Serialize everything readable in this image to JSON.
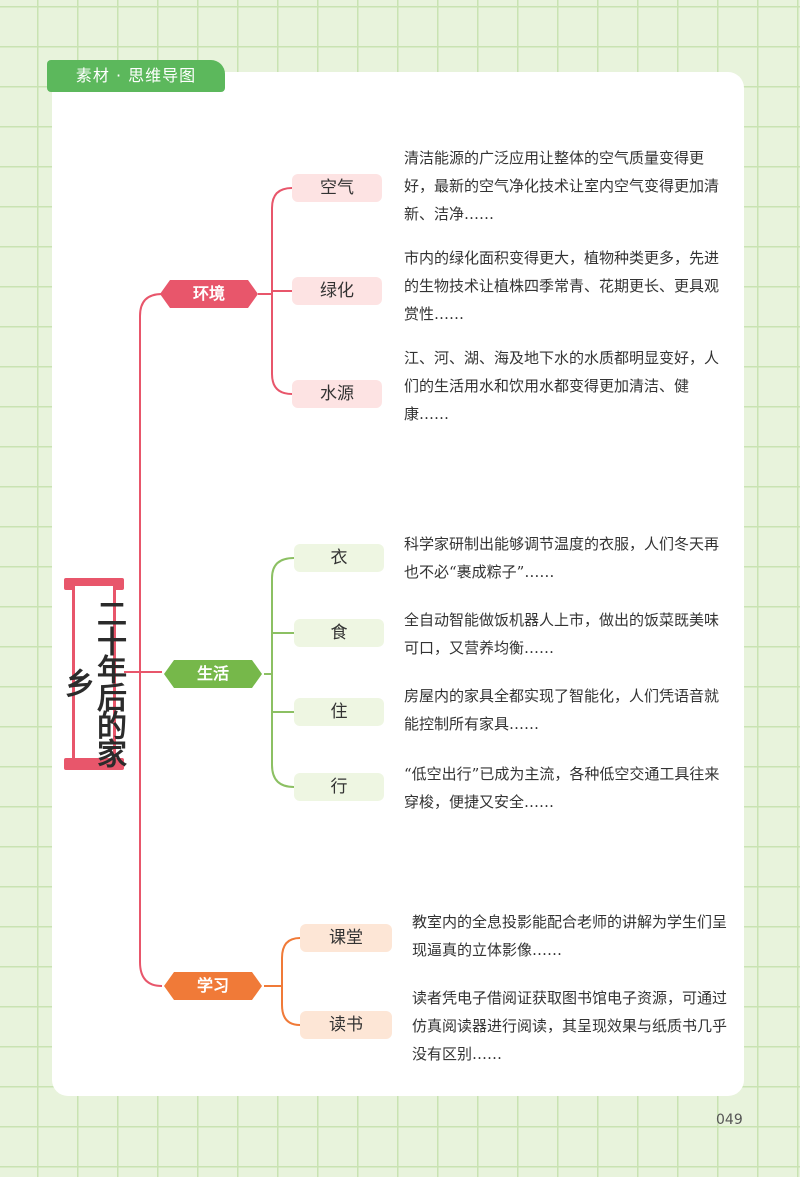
{
  "header": {
    "label": "素材 · 思维导图"
  },
  "root": {
    "title": "二十年后的家乡"
  },
  "colors": {
    "env": "#e8566b",
    "env_leaf": "#fde3e3",
    "life": "#76b84a",
    "life_leaf": "#eef6e2",
    "study": "#f07a38",
    "study_leaf": "#fde6d6",
    "grid": "#c9e3b2"
  },
  "categories": [
    {
      "label": "环境",
      "items": [
        {
          "label": "空气",
          "text": "清洁能源的广泛应用让整体的空气质量变得更好，最新的空气净化技术让室内空气变得更加清新、洁净……"
        },
        {
          "label": "绿化",
          "text": "市内的绿化面积变得更大，植物种类更多，先进的生物技术让植株四季常青、花期更长、更具观赏性……"
        },
        {
          "label": "水源",
          "text": "江、河、湖、海及地下水的水质都明显变好，人们的生活用水和饮用水都变得更加清洁、健康……"
        }
      ]
    },
    {
      "label": "生活",
      "items": [
        {
          "label": "衣",
          "text": "科学家研制出能够调节温度的衣服，人们冬天再也不必“裹成粽子”……"
        },
        {
          "label": "食",
          "text": "全自动智能做饭机器人上市，做出的饭菜既美味可口，又营养均衡……"
        },
        {
          "label": "住",
          "text": "房屋内的家具全都实现了智能化，人们凭语音就能控制所有家具……"
        },
        {
          "label": "行",
          "text": "“低空出行”已成为主流，各种低空交通工具往来穿梭，便捷又安全……"
        }
      ]
    },
    {
      "label": "学习",
      "items": [
        {
          "label": "课堂",
          "text": "教室内的全息投影能配合老师的讲解为学生们呈现逼真的立体影像……"
        },
        {
          "label": "读书",
          "text": "读者凭电子借阅证获取图书馆电子资源，可通过仿真阅读器进行阅读，其呈现效果与纸质书几乎没有区别……"
        }
      ]
    }
  ],
  "page_number": "049"
}
